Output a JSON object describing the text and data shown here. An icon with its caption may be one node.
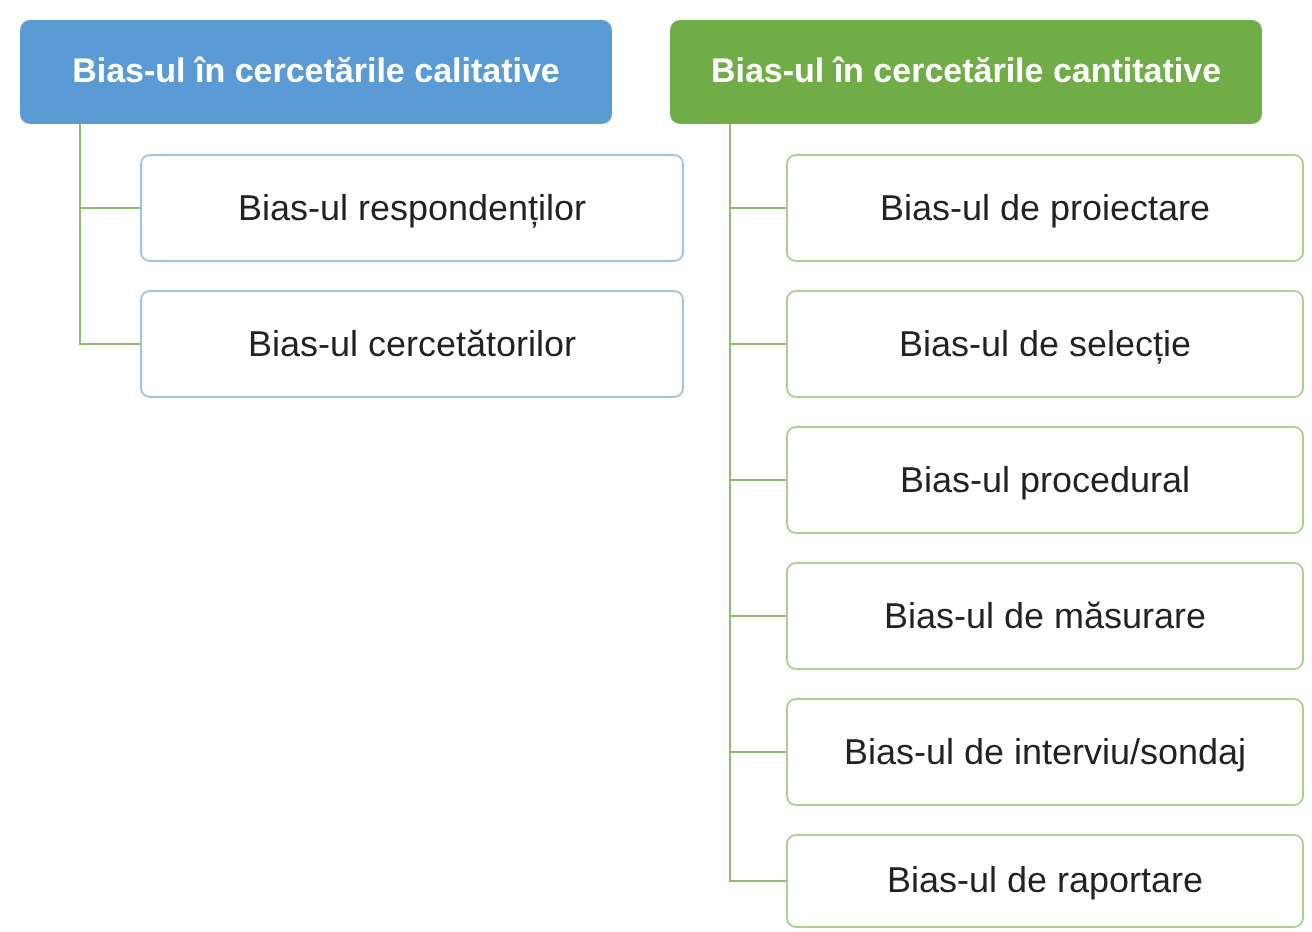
{
  "diagram": {
    "nodes": [
      {
        "text": [
          "Bias-ul în cercetările calitative"
        ]
      },
      {
        "text": [
          "Bias-ul respondenților"
        ]
      },
      {
        "text": [
          "Bias-ul cercetătorilor"
        ]
      },
      {
        "text": [
          "Bias-ul în cercetările cantitative"
        ]
      },
      {
        "text": [
          "Bias-ul de proiectare"
        ]
      },
      {
        "text": [
          "Bias-ul de selecție"
        ]
      },
      {
        "text": [
          "Bias-ul procedural"
        ]
      },
      {
        "text": [
          "Bias-ul de măsurare"
        ]
      },
      {
        "text": [
          "Bias-ul de interviu/sondaj"
        ]
      },
      {
        "text": [
          "Bias-ul de raportare"
        ]
      }
    ],
    "edges": [
      {
        "from": 0,
        "to": 1,
        "arrow": "none"
      },
      {
        "from": 0,
        "to": 2,
        "arrow": "none"
      },
      {
        "from": 3,
        "to": 4,
        "arrow": "none"
      },
      {
        "from": 3,
        "to": 5,
        "arrow": "none"
      },
      {
        "from": 3,
        "to": 6,
        "arrow": "none"
      },
      {
        "from": 3,
        "to": 7,
        "arrow": "none"
      },
      {
        "from": 3,
        "to": 8,
        "arrow": "none"
      },
      {
        "from": 3,
        "to": 9,
        "arrow": "none"
      }
    ]
  }
}
